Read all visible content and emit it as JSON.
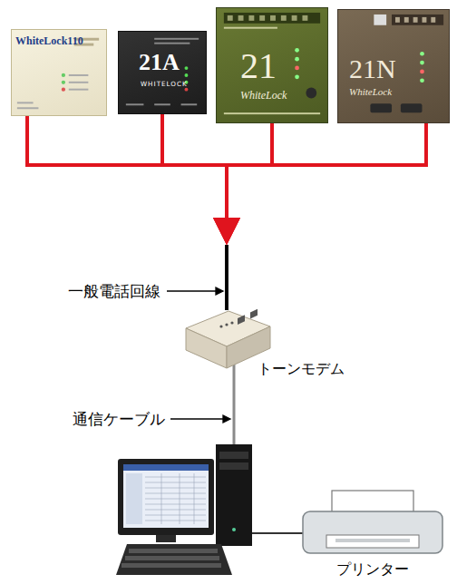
{
  "diagram": {
    "nodes": [
      {
        "text": [
          "WhiteLock110"
        ]
      },
      {
        "text": [
          "21A",
          "WHITELOCK"
        ]
      },
      {
        "text": [
          "21",
          "WhiteLock"
        ]
      },
      {
        "text": [
          "21N",
          "WhiteLock"
        ]
      },
      {
        "text": [
          "トーンモデム"
        ]
      },
      {
        "text": [
          "プリンター"
        ]
      }
    ],
    "edges": [
      {
        "from": 0,
        "to": 4,
        "arrow": "to"
      },
      {
        "from": 1,
        "to": 4,
        "arrow": "to"
      },
      {
        "from": 2,
        "to": 4,
        "arrow": "to"
      },
      {
        "from": 3,
        "to": 4,
        "arrow": "to"
      }
    ],
    "labels": [
      "一般電話回線",
      "通信ケーブル"
    ]
  }
}
